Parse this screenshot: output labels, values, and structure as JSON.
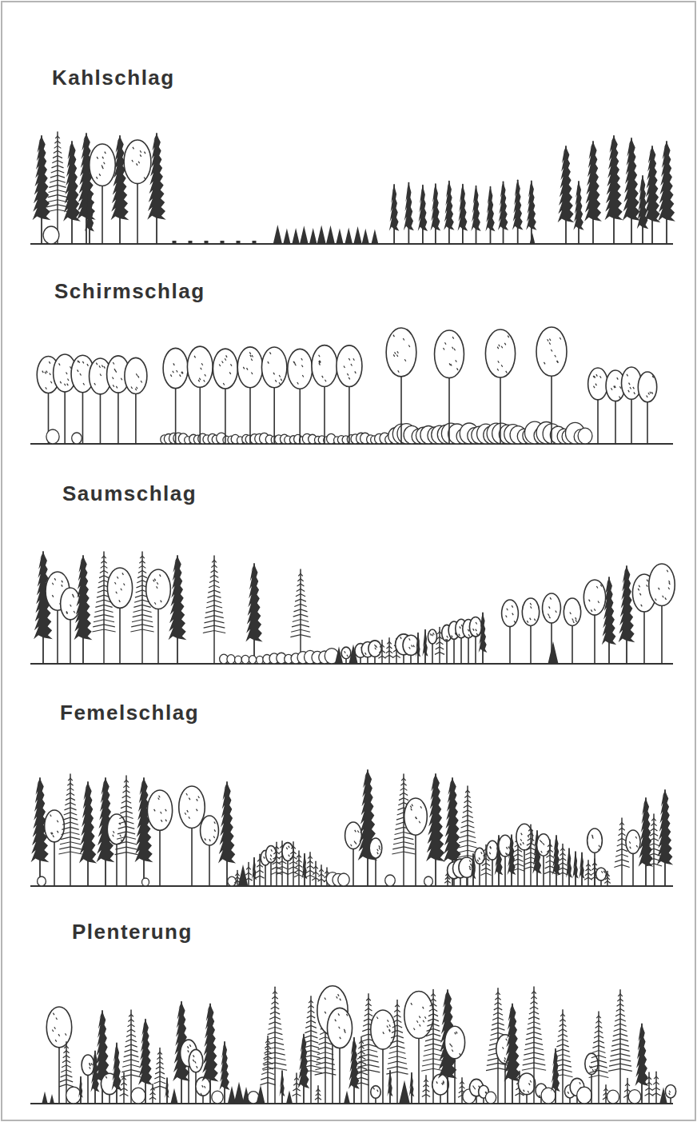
{
  "diagram": {
    "labels": [
      "Kahlschlag",
      "Schirmschlag",
      "Saumschlag",
      "Femelschlag",
      "Plenterung"
    ]
  }
}
